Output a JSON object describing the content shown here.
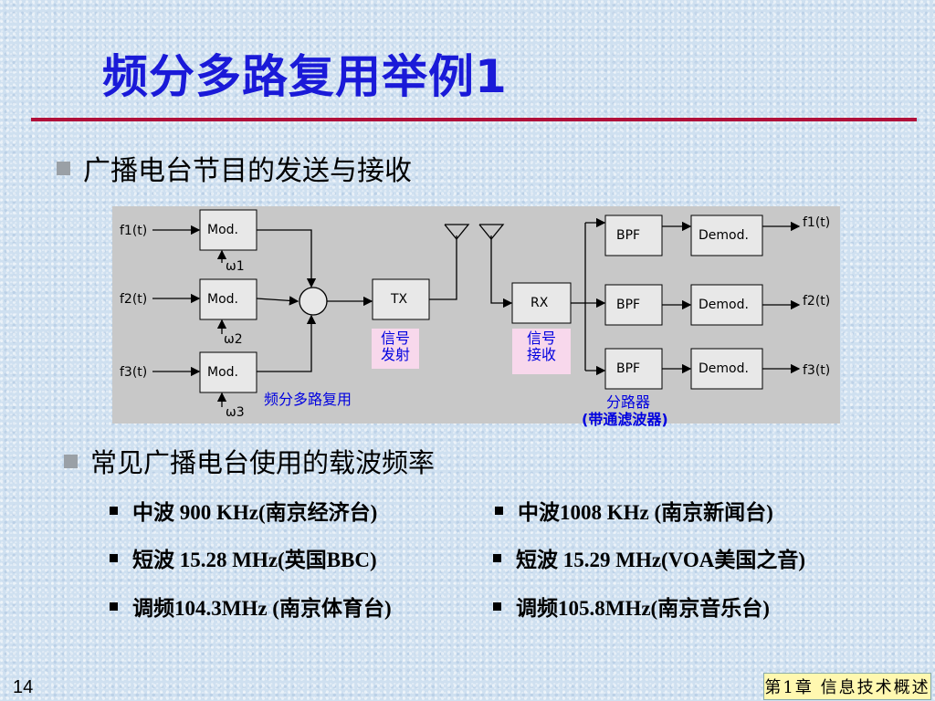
{
  "title": "频分多路复用举例1",
  "bullet1": "广播电台节目的发送与接收",
  "bullet2": "常见广播电台使用的载波频率",
  "diagram": {
    "inputs": [
      "f1(t)",
      "f2(t)",
      "f3(t)"
    ],
    "mod_label": "Mod.",
    "omegas": [
      "ω1",
      "ω2",
      "ω3"
    ],
    "tx_label": "TX",
    "rx_label": "RX",
    "bpf_label": "BPF",
    "demod_label": "Demod.",
    "outputs": [
      "f1(t)",
      "f2(t)",
      "f3(t)"
    ],
    "tx_note_line1": "信号",
    "tx_note_line2": "发射",
    "rx_note_line1": "信号",
    "rx_note_line2": "接收",
    "fdm_label": "频分多路复用",
    "splitter_line1": "分路器",
    "splitter_line2": "(带通滤波器)"
  },
  "stations": [
    [
      "中波 900 KHz(南京经济台)",
      "中波1008 KHz (南京新闻台)"
    ],
    [
      "短波 15.28 MHz(英国BBC)",
      "短波 15.29 MHz(VOA美国之音)"
    ],
    [
      "调频104.3MHz (南京体育台)",
      "调频105.8MHz(南京音乐台)"
    ]
  ],
  "page_number": "14",
  "chapter": "第1章 信息技术概述",
  "colors": {
    "title": "#1a1ad8",
    "rule": "#b0103a",
    "note_bg": "#f8d8ec",
    "note_text": "#0000e0"
  }
}
